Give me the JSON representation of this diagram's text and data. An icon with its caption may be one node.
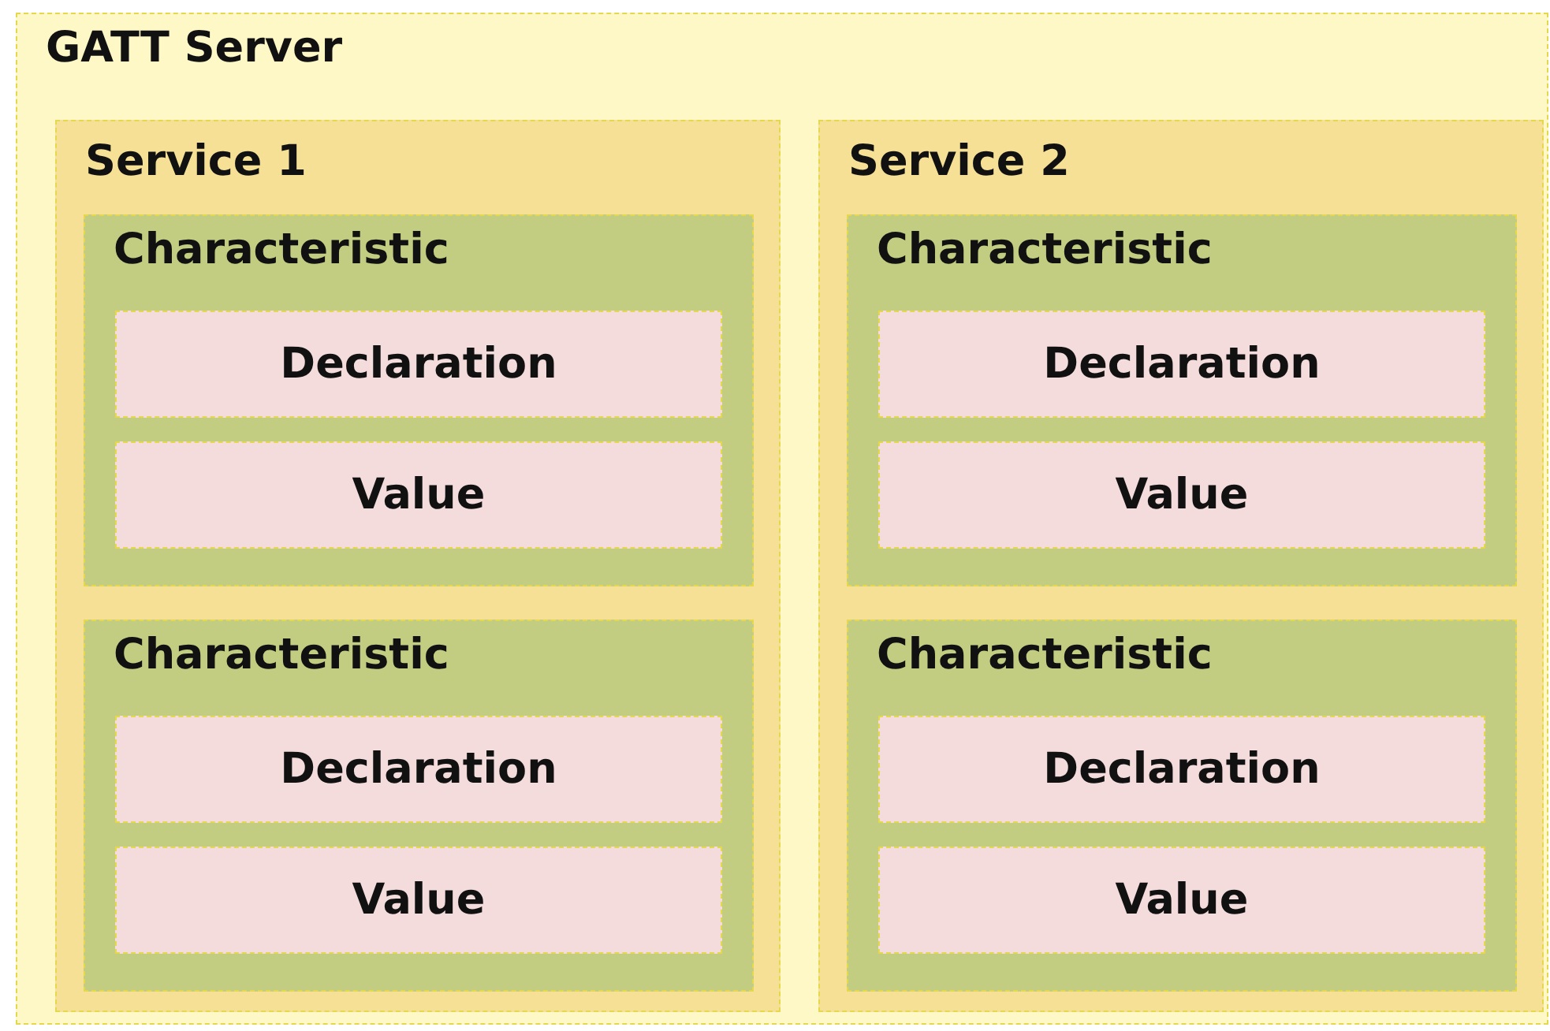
{
  "diagram": {
    "nodes": [
      {
        "text": [
          "GATT Server"
        ]
      },
      {
        "text": [
          "Service 1"
        ],
        "in": 0
      },
      {
        "text": [
          "Characteristic"
        ],
        "in": 1
      },
      {
        "text": [
          "Declaration"
        ],
        "in": 2
      },
      {
        "text": [
          "Value"
        ],
        "in": 2
      },
      {
        "text": [
          "Characteristic"
        ],
        "in": 1
      },
      {
        "text": [
          "Declaration"
        ],
        "in": 5
      },
      {
        "text": [
          "Value"
        ],
        "in": 5
      },
      {
        "text": [
          "Service 2"
        ],
        "in": 0
      },
      {
        "text": [
          "Characteristic"
        ],
        "in": 8
      },
      {
        "text": [
          "Declaration"
        ],
        "in": 9
      },
      {
        "text": [
          "Value"
        ],
        "in": 9
      },
      {
        "text": [
          "Characteristic"
        ],
        "in": 8
      },
      {
        "text": [
          "Declaration"
        ],
        "in": 12
      },
      {
        "text": [
          "Value"
        ],
        "in": 12
      }
    ]
  }
}
